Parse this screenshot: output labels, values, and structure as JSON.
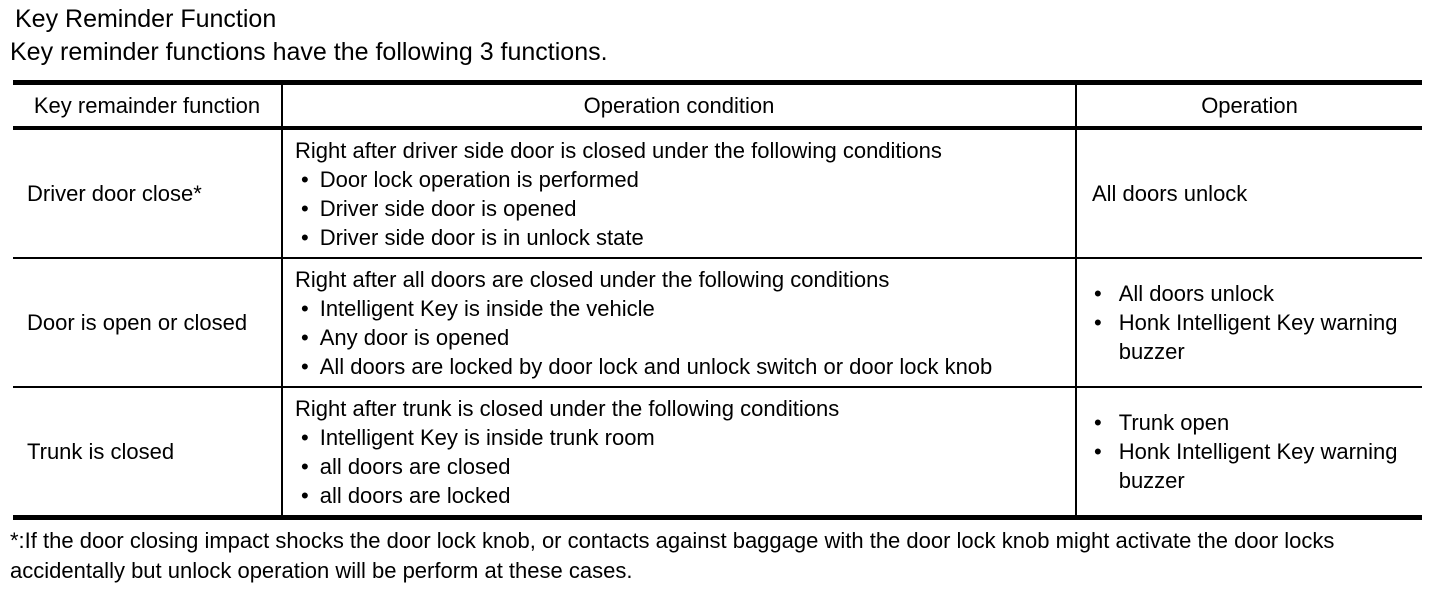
{
  "page": {
    "title": "Key Reminder Function",
    "subtitle": "Key reminder functions have the following 3 functions.",
    "footnote": "*:If the door closing impact shocks the door lock knob, or contacts against baggage with the door lock knob might activate the door locks accidentally but unlock operation will be perform at these cases."
  },
  "table": {
    "headers": [
      "Key remainder function",
      "Operation condition",
      "Operation"
    ],
    "rows": [
      {
        "function": "Driver door close*",
        "condition_intro": "Right after driver side door is closed under the following conditions",
        "condition_bullets": [
          "Door lock operation is performed",
          "Driver side door is opened",
          "Driver side door is in unlock state"
        ],
        "operation_text": "All doors unlock",
        "operation_bullets": []
      },
      {
        "function": "Door is open or closed",
        "condition_intro": "Right after all doors are closed under the following conditions",
        "condition_bullets": [
          "Intelligent Key is inside the vehicle",
          "Any door is opened",
          "All doors are locked by door lock and unlock switch or door lock knob"
        ],
        "operation_text": "",
        "operation_bullets": [
          "All doors unlock",
          "Honk Intelligent Key warning buzzer"
        ]
      },
      {
        "function": "Trunk is closed",
        "condition_intro": "Right after trunk is closed under the following conditions",
        "condition_bullets": [
          "Intelligent Key is inside trunk room",
          "all doors are closed",
          "all doors are locked"
        ],
        "operation_text": "",
        "operation_bullets": [
          "Trunk open",
          "Honk Intelligent Key warning buzzer"
        ]
      }
    ]
  }
}
